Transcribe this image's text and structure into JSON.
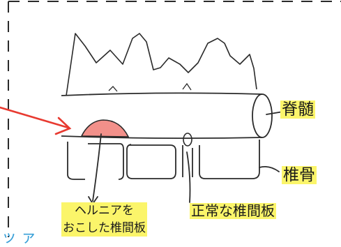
{
  "labels": {
    "spinal_cord": "脊髄",
    "vertebra": "椎骨",
    "normal_disc": "正常な椎間板",
    "herniated_disc_line1": "ヘルニアを",
    "herniated_disc_line2": "おこした椎間板"
  },
  "corner_text": "ッァ",
  "colors": {
    "highlight": "#fbf56a",
    "hernia_fill": "#f2908a",
    "arrow": "#e83a30",
    "ink": "#2a2a2a",
    "corner_text": "#3aa0d8"
  }
}
